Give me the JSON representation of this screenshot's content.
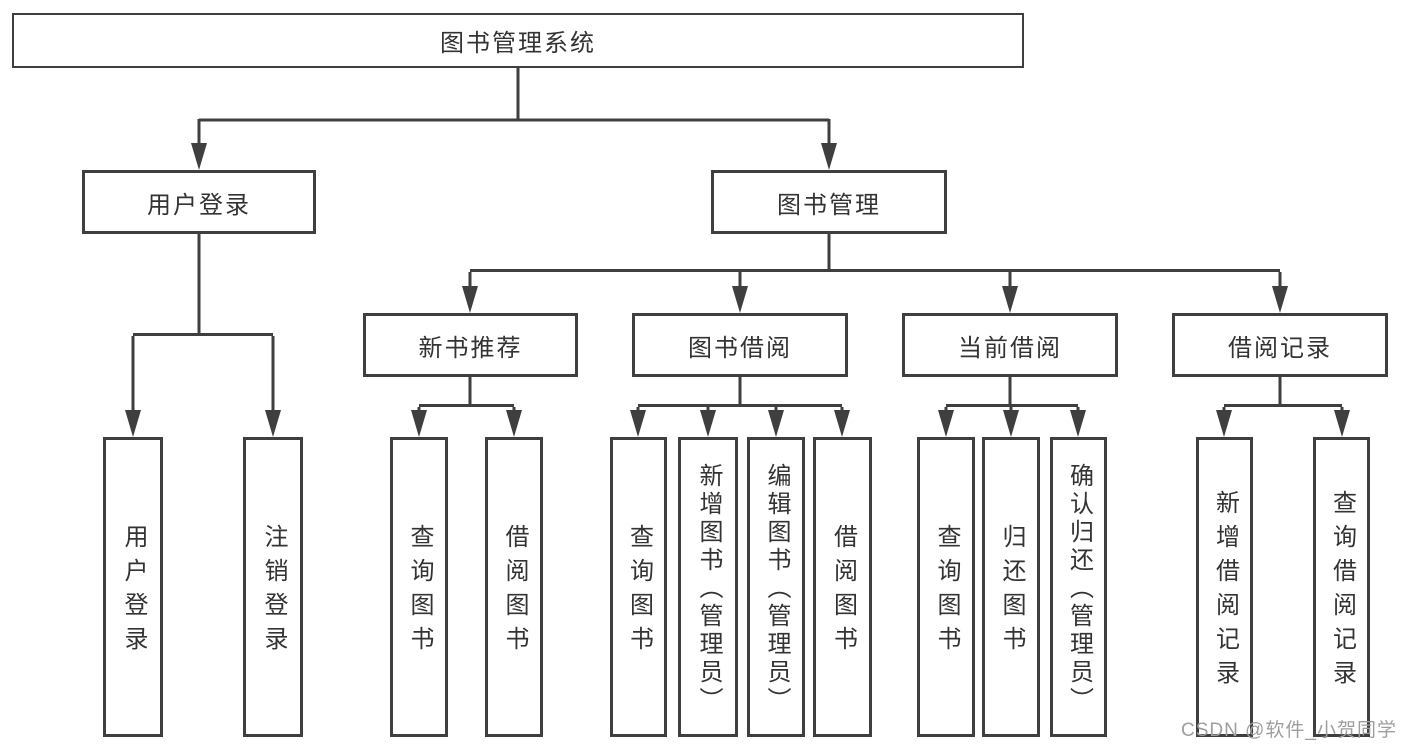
{
  "diagram": {
    "root": {
      "label": "图书管理系统"
    },
    "branches": [
      {
        "id": "user-login",
        "label": "用户登录",
        "children": [
          {
            "label": "用户登录"
          },
          {
            "label": "注销登录"
          }
        ]
      },
      {
        "id": "book-management",
        "label": "图书管理",
        "sections": [
          {
            "id": "new-book-recommend",
            "label": "新书推荐",
            "children": [
              {
                "label": "查询图书"
              },
              {
                "label": "借阅图书"
              }
            ]
          },
          {
            "id": "book-borrow",
            "label": "图书借阅",
            "children": [
              {
                "label": "查询图书"
              },
              {
                "label": "新增图书（管理员）"
              },
              {
                "label": "编辑图书（管理员）"
              },
              {
                "label": "借阅图书"
              }
            ]
          },
          {
            "id": "current-borrow",
            "label": "当前借阅",
            "children": [
              {
                "label": "查询图书"
              },
              {
                "label": "归还图书"
              },
              {
                "label": "确认归还（管理员）"
              }
            ]
          },
          {
            "id": "borrow-records",
            "label": "借阅记录",
            "children": [
              {
                "label": "新增借阅记录"
              },
              {
                "label": "查询借阅记录"
              }
            ]
          }
        ]
      }
    ]
  },
  "watermark": {
    "text": "CSDN @软件_小贺同学"
  },
  "colors": {
    "line": "#3f3f3f",
    "text": "#333333",
    "background": "#ffffff",
    "watermark": "#9e9e9e"
  }
}
